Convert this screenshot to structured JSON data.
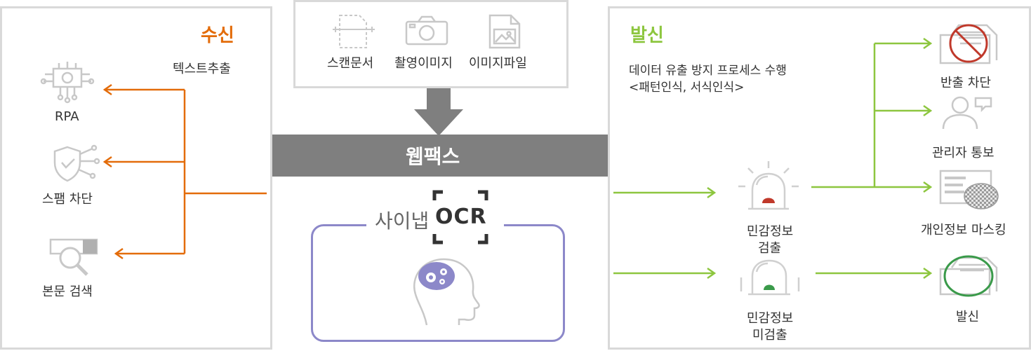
{
  "receive": {
    "title": "수신",
    "subtitle": "텍스트추출",
    "items": [
      {
        "label": "RPA",
        "icon": "robot-process-icon"
      },
      {
        "label": "스팸 차단",
        "icon": "shield-icon"
      },
      {
        "label": "본문 검색",
        "icon": "magnifier-icon"
      }
    ]
  },
  "center": {
    "inputs": [
      {
        "label": "스캔문서",
        "icon": "scan-document-icon"
      },
      {
        "label": "촬영이미지",
        "icon": "camera-icon"
      },
      {
        "label": "이미지파일",
        "icon": "image-file-icon"
      }
    ],
    "banner": "웹팩스",
    "ocr_brand_prefix": "사이냅",
    "ocr_brand_suffix": "OCR",
    "ocr_icon": "brain-gear-head-icon"
  },
  "send": {
    "title": "발신",
    "subtitle_line1": "데이터 유출 방지 프로세스 수행",
    "subtitle_line2": "<패턴인식, 서식인식>",
    "detect": {
      "line1": "민감정보",
      "line2": "검출",
      "icon": "red-alarm-icon"
    },
    "no_detect": {
      "line1": "민감정보",
      "line2": "미검출",
      "icon": "green-alarm-icon"
    },
    "outputs": [
      {
        "label": "반출 차단",
        "icon": "blocked-document-icon"
      },
      {
        "label": "관리자 통보",
        "icon": "admin-notify-icon"
      },
      {
        "label": "개인정보 마스킹",
        "icon": "masking-document-icon"
      },
      {
        "label": "발신",
        "icon": "send-document-icon"
      }
    ]
  },
  "colors": {
    "receive_accent": "#e36c0a",
    "send_accent": "#8dc63f",
    "banner_bg": "#7f7f7f",
    "ocr_frame": "#8c88c9",
    "block_red": "#c0392b",
    "pass_green": "#3a9a4a"
  }
}
